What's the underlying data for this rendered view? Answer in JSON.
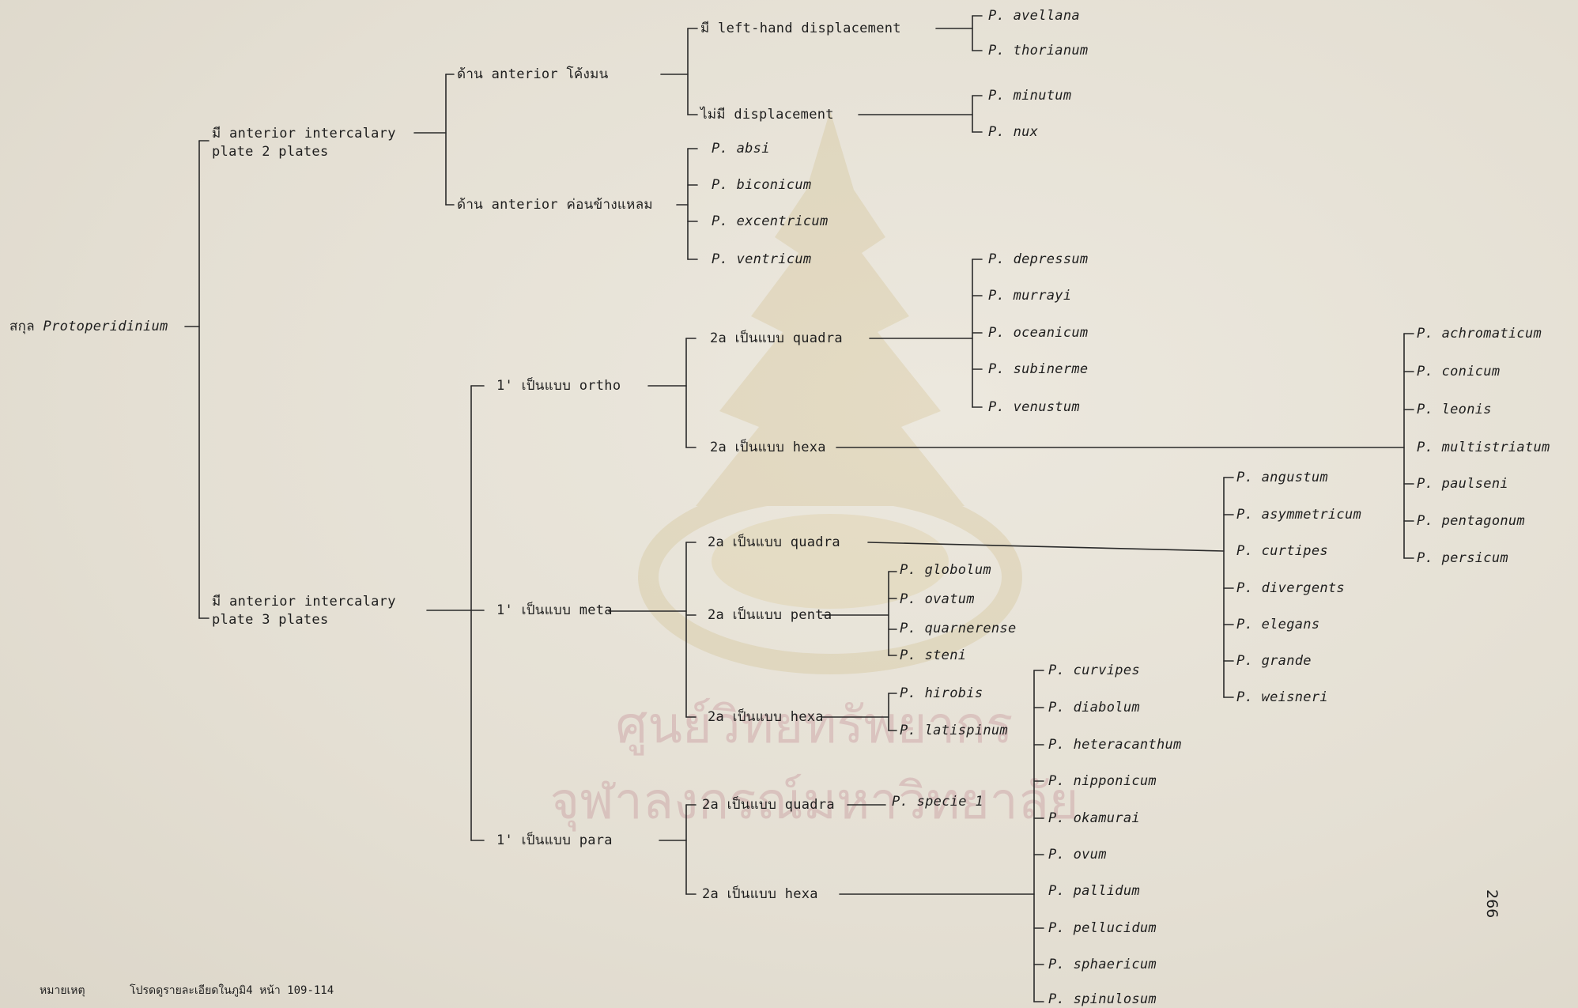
{
  "page_number": "266",
  "footnote": {
    "label": "หมายเหตุ",
    "text": "โปรดดูรายละเอียดในภูมิ4  หน้า 109-114"
  },
  "tree": {
    "root": {
      "prefix": "สกุล ",
      "name": "Protoperidinium"
    },
    "branch_2_plates": {
      "line1": "มี anterior intercalary",
      "line2": "plate 2 plates"
    },
    "anterior_rounded": "ด้าน anterior  โค้งมน",
    "left_displacement": "มี left-hand displacement",
    "no_displacement": "ไม่มี displacement",
    "anterior_pointed": "ด้าน anterior ค่อนข้างแหลม",
    "branch_3_plates": {
      "line1": "มี anterior intercalary",
      "line2": "plate 3 plates"
    },
    "ortho": "1' เป็นแบบ ortho",
    "ortho_quadra": "2a เป็นแบบ quadra",
    "ortho_hexa": "2a เป็นแบบ hexa",
    "meta": "1' เป็นแบบ meta",
    "meta_quadra": "2a เป็นแบบ quadra",
    "meta_penta": "2a เป็นแบบ penta",
    "meta_hexa": "2a เป็นแบบ hexa",
    "para": "1' เป็นแบบ para",
    "para_quadra": "2a เป็นแบบ quadra",
    "para_hexa": "2a เป็นแบบ hexa"
  },
  "species": {
    "left_displacement": [
      "P. avellana",
      "P. thorianum"
    ],
    "no_displacement": [
      "P. minutum",
      "P. nux"
    ],
    "anterior_pointed": [
      "P. absi",
      "P. biconicum",
      "P. excentricum",
      "P. ventricum"
    ],
    "ortho_quadra": [
      "P. depressum",
      "P. murrayi",
      "P. oceanicum",
      "P. subinerme",
      "P. venustum"
    ],
    "ortho_hexa": [
      "P. achromaticum",
      "P. conicum",
      "P. leonis",
      "P. multistriatum",
      "P. paulseni",
      "P. pentagonum",
      "P. persicum"
    ],
    "meta_quadra": [
      "P. angustum",
      "P. asymmetricum",
      "P. curtipes",
      "P. divergents",
      "P. elegans",
      "P. grande",
      "P. weisneri"
    ],
    "meta_penta": [
      "P. globolum",
      "P. ovatum",
      "P. quarnerense",
      "P. steni"
    ],
    "meta_hexa": [
      "P. hirobis",
      "P. latispinum"
    ],
    "para_quadra": [
      "P. specie 1"
    ],
    "para_hexa": [
      "P. curvipes",
      "P. diabolum",
      "P. heteracanthum",
      "P. nipponicum",
      "P. okamurai",
      "P. ovum",
      "P. pallidum",
      "P. pellucidum",
      "P. sphaericum",
      "P. spinulosum"
    ]
  }
}
